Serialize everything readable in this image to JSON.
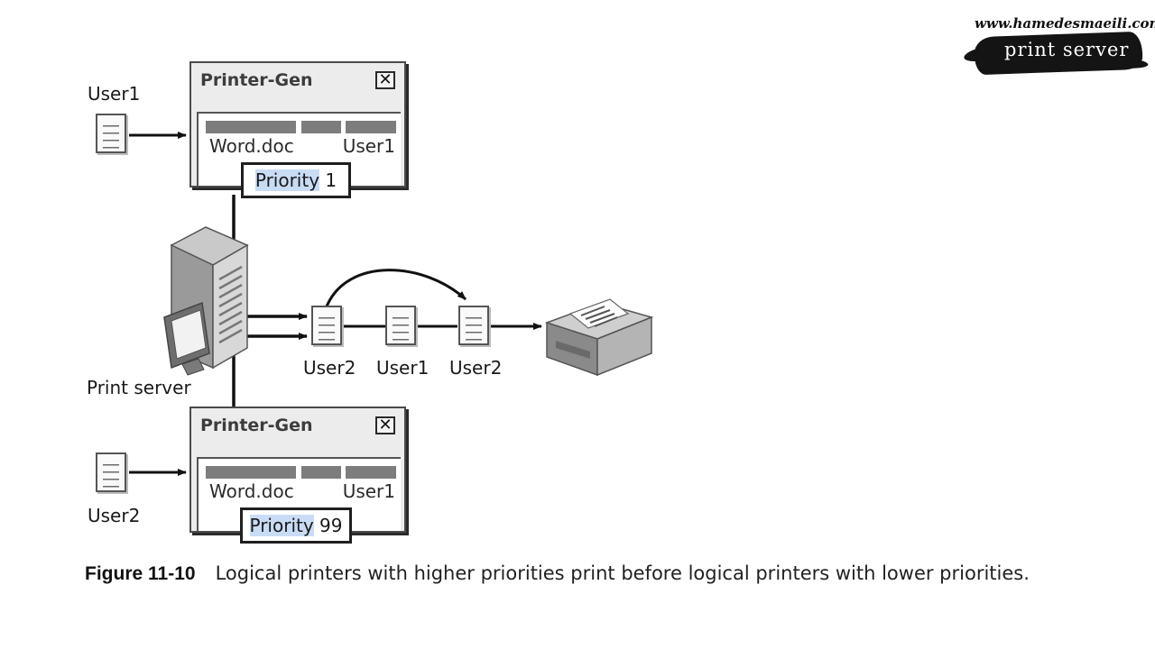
{
  "watermark": {
    "url": "www.hamedesmaeili.com",
    "label": "print server"
  },
  "top_window": {
    "title": "Printer-Gen",
    "close_glyph": "✕",
    "document": "Word.doc",
    "owner": "User1",
    "priority_label": "Priority",
    "priority_value": "1"
  },
  "bottom_window": {
    "title": "Printer-Gen",
    "close_glyph": "✕",
    "document": "Word.doc",
    "owner": "User1",
    "priority_label": "Priority",
    "priority_value": "99"
  },
  "users": {
    "top_sender": "User1",
    "bottom_sender": "User2"
  },
  "server_label": "Print server",
  "queue": [
    "User2",
    "User1",
    "User2"
  ],
  "icons": [
    "document-icon",
    "server-icon",
    "printer-icon",
    "close-icon",
    "arrow-icon"
  ],
  "caption": {
    "number": "Figure 11-10",
    "text": "Logical printers with higher priorities print before logical printers with lower priorities."
  }
}
